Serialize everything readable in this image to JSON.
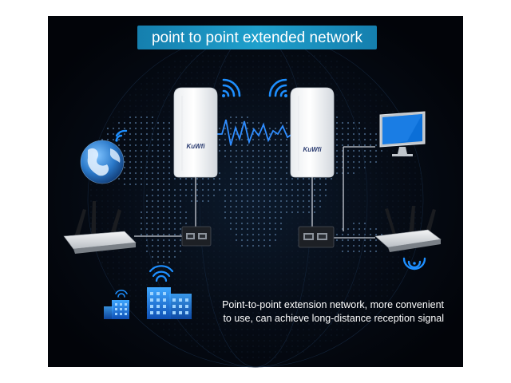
{
  "header": {
    "title": "point to point extended network"
  },
  "devices": {
    "brand_left": "KuWfi",
    "brand_right": "KuWfi"
  },
  "caption": {
    "line1": "Point-to-point extension network, more convenient",
    "line2": "to use, can achieve long-distance reception signal"
  },
  "colors": {
    "background": "#04070d",
    "banner": "#1b8fbd",
    "signal": "#1e8fff",
    "waveform": "#2f8dff",
    "cable": "#c9ced6",
    "globe": "#2a78c8"
  },
  "icons": [
    "wifi-icon",
    "globe-icon",
    "router-icon",
    "monitor-icon",
    "poe-injector-icon",
    "building-icon"
  ]
}
